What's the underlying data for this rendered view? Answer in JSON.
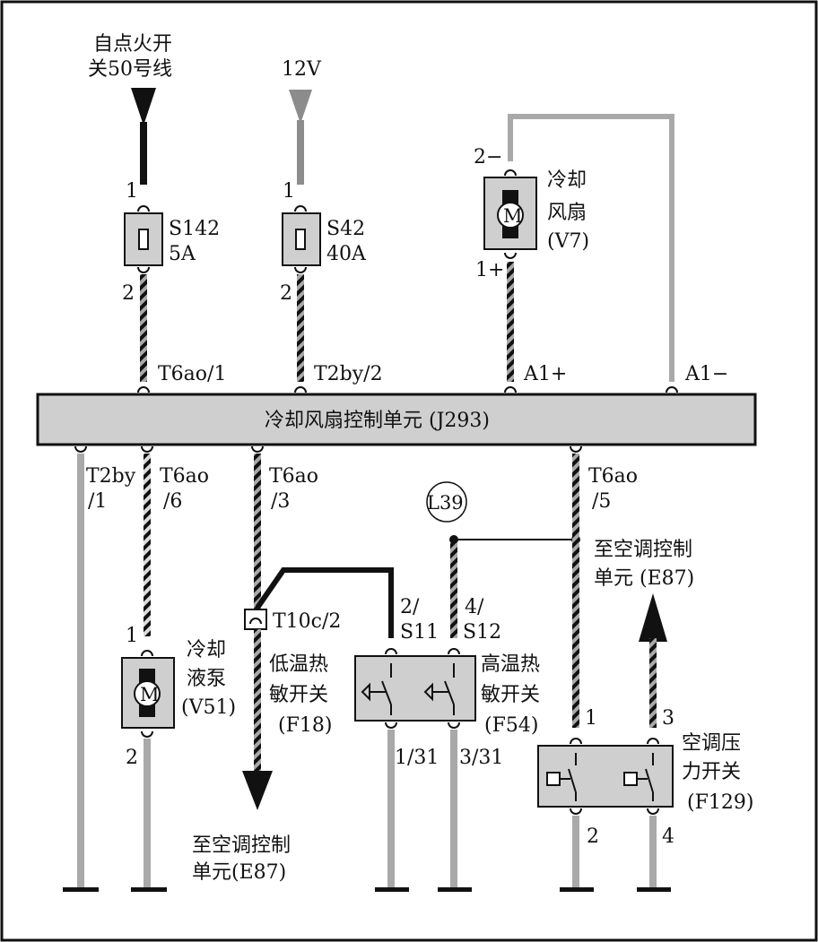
{
  "inputs": {
    "ignition_label_1": "自点火开",
    "ignition_label_2": "关50号线",
    "battery_label": "12V"
  },
  "fuses": {
    "s142_name": "S142",
    "s142_rating": "5A",
    "s42_name": "S42",
    "s42_rating": "40A"
  },
  "cooling_fan": {
    "label_1": "冷却",
    "label_2": "风扇",
    "code": "(V7)",
    "pin_neg": "2−",
    "pin_pos": "1+"
  },
  "control_unit": {
    "label": "冷却风扇控制单元 (J293)",
    "pin_t6ao_1": "T6ao/1",
    "pin_t2by_2": "T2by/2",
    "pin_a1_pos": "A1+",
    "pin_a1_neg": "A1−"
  },
  "lower_pins": {
    "t2by_1_a": "T2by",
    "t2by_1_b": "/1",
    "t6ao_6_a": "T6ao",
    "t6ao_6_b": "/6",
    "t6ao_3_a": "T6ao",
    "t6ao_3_b": "/3",
    "t6ao_5_a": "T6ao",
    "t6ao_5_b": "/5"
  },
  "ground_point": "L39",
  "pump": {
    "label_1": "冷却",
    "label_2": "液泵",
    "code": "(V51)"
  },
  "connector": "T10c/2",
  "low_temp_switch": {
    "label_1": "低温热",
    "label_2": "敏开关",
    "code": "(F18)",
    "pin_top_a": "2/",
    "pin_top_b": "S11",
    "pin_bottom": "1/31"
  },
  "high_temp_switch": {
    "label_1": "高温热",
    "label_2": "敏开关",
    "code": "(F54)",
    "pin_top_a": "4/",
    "pin_top_b": "S12",
    "pin_bottom": "3/31"
  },
  "ac_control_upper": {
    "label_1": "至空调控制",
    "label_2": "单元 (E87)"
  },
  "ac_control_lower": {
    "label_1": "至空调控制",
    "label_2": "单元(E87)"
  },
  "pressure_switch": {
    "label_1": "空调压",
    "label_2": "力开关",
    "code": "(F129)"
  },
  "pin_numbers": {
    "n1": "1",
    "n2": "2",
    "n3": "3",
    "n4": "4"
  },
  "colors": {
    "wire_black": "#111111",
    "wire_gray": "#a9a9a9",
    "box_fill": "#cfcfcf",
    "border": "#111111"
  }
}
